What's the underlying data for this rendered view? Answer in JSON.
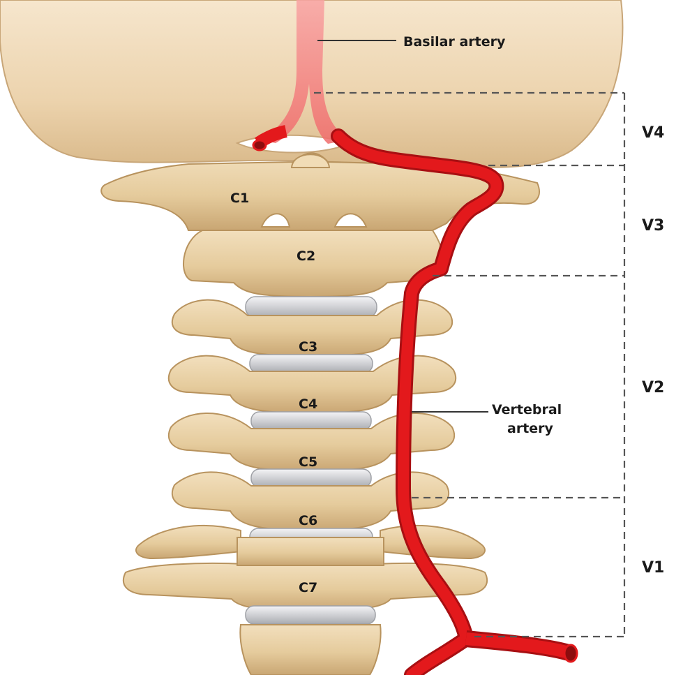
{
  "labels": {
    "basilar": "Basilar artery",
    "vertebral_line1": "Vertebral",
    "vertebral_line2": "artery"
  },
  "vertebrae": [
    "C1",
    "C2",
    "C3",
    "C4",
    "C5",
    "C6",
    "C7"
  ],
  "segments": [
    "V4",
    "V3",
    "V2",
    "V1"
  ],
  "colors": {
    "bone": "#e7cfa4",
    "bone_shadow": "#c9a877",
    "bone_light": "#f3e3c4",
    "skull": "#efd7b4",
    "disc": "#d9d9dc",
    "artery": "#e3191c",
    "artery_dark": "#a80f12",
    "basilar": "#f07a7a",
    "dash": "#555555"
  }
}
